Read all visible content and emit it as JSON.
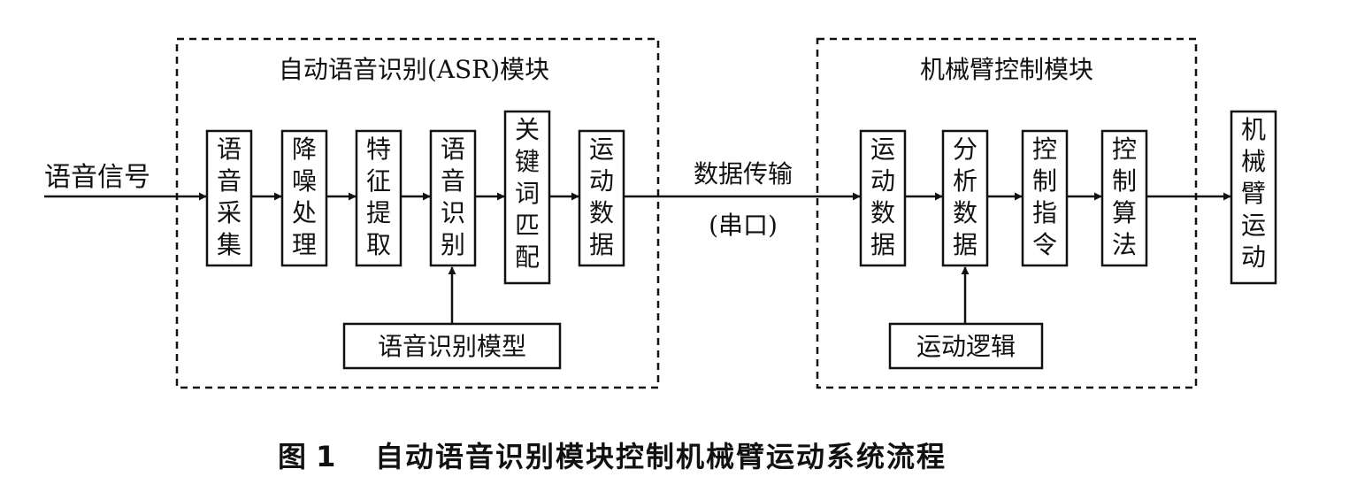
{
  "input_label": "语音信号",
  "asr_module": {
    "title": "自动语音识别(ASR)模块",
    "steps": [
      "语音采集",
      "降噪处理",
      "特征提取",
      "语音识别",
      "关键词匹配",
      "运动数据"
    ],
    "model": "语音识别模型"
  },
  "transfer": {
    "line1": "数据传输",
    "line2": "(串口)"
  },
  "arm_module": {
    "title": "机械臂控制模块",
    "steps": [
      "运动数据",
      "分析数据",
      "控制指令",
      "控制算法"
    ],
    "logic": "运动逻辑"
  },
  "output_label": "机械臂运动",
  "caption": {
    "number": "图 1",
    "text": "自动语音识别模块控制机械臂运动系统流程"
  },
  "colors": {
    "line": "#111111",
    "background": "#ffffff"
  }
}
